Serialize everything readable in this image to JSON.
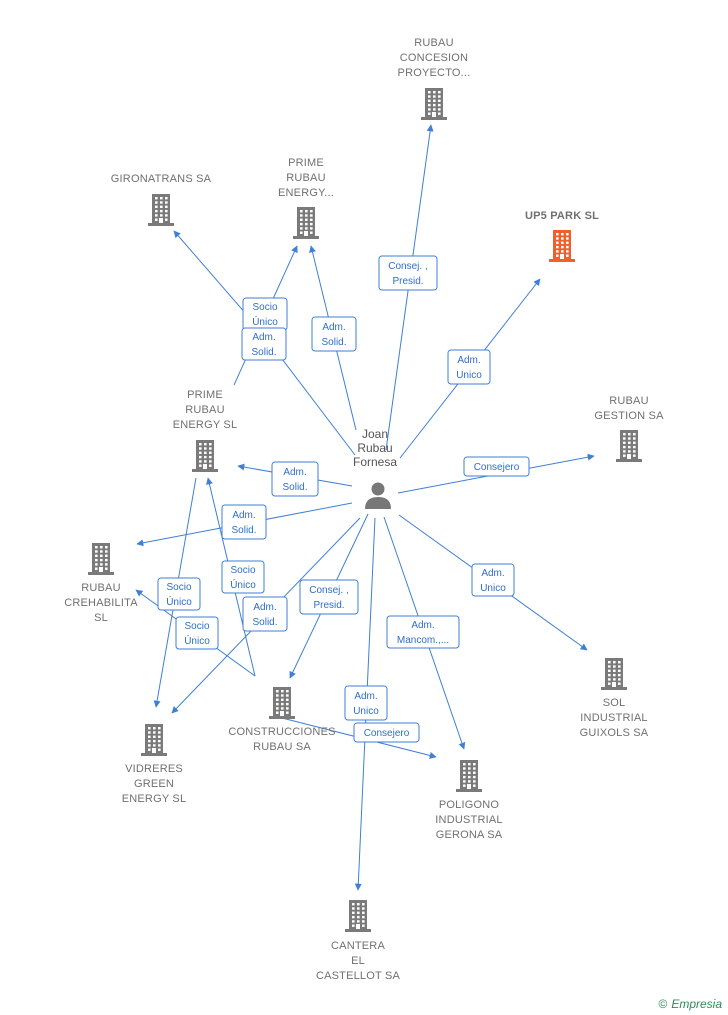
{
  "center": {
    "name_lines": [
      "Joan",
      "Rubau",
      "Fornesa"
    ],
    "icon": "person-icon"
  },
  "companies": [
    {
      "id": "rubau-concesion",
      "lines": [
        "RUBAU",
        "CONCESION",
        "PROYECTO..."
      ],
      "highlight": false,
      "icon": "building-icon"
    },
    {
      "id": "gironatrans",
      "lines": [
        "GIRONATRANS SA"
      ],
      "highlight": false,
      "icon": "building-icon"
    },
    {
      "id": "prime-rubau-energy-trunc",
      "lines": [
        "PRIME",
        "RUBAU",
        "ENERGY..."
      ],
      "highlight": false,
      "icon": "building-icon"
    },
    {
      "id": "up5-park",
      "lines": [
        "UP5 PARK  SL"
      ],
      "highlight": true,
      "icon": "building-icon"
    },
    {
      "id": "rubau-gestion",
      "lines": [
        "RUBAU",
        "GESTION SA"
      ],
      "highlight": false,
      "icon": "building-icon"
    },
    {
      "id": "prime-rubau-energy-sl",
      "lines": [
        "PRIME",
        "RUBAU",
        "ENERGY  SL"
      ],
      "highlight": false,
      "icon": "building-icon"
    },
    {
      "id": "rubau-crehabilita",
      "lines": [
        "RUBAU",
        "CREHABILITA",
        "SL"
      ],
      "highlight": false,
      "icon": "building-icon"
    },
    {
      "id": "construcciones-rubau",
      "lines": [
        "CONSTRUCCIONES",
        "RUBAU SA"
      ],
      "highlight": false,
      "icon": "building-icon"
    },
    {
      "id": "vidreres-green",
      "lines": [
        "VIDRERES",
        "GREEN",
        "ENERGY  SL"
      ],
      "highlight": false,
      "icon": "building-icon"
    },
    {
      "id": "sol-industrial",
      "lines": [
        "SOL",
        "INDUSTRIAL",
        "GUIXOLS SA"
      ],
      "highlight": false,
      "icon": "building-icon"
    },
    {
      "id": "poligono-industrial",
      "lines": [
        "POLIGONO",
        "INDUSTRIAL",
        "GERONA SA"
      ],
      "highlight": false,
      "icon": "building-icon"
    },
    {
      "id": "cantera",
      "lines": [
        "CANTERA",
        "EL",
        "CASTELLOT SA"
      ],
      "highlight": false,
      "icon": "building-icon"
    }
  ],
  "relations": [
    {
      "id": "r1",
      "lines": [
        "Consej. ,",
        "Presid."
      ]
    },
    {
      "id": "r2",
      "lines": [
        "Socio",
        "Único"
      ]
    },
    {
      "id": "r3",
      "lines": [
        "Adm.",
        "Solid."
      ]
    },
    {
      "id": "r4",
      "lines": [
        "Adm.",
        "Solid."
      ]
    },
    {
      "id": "r5",
      "lines": [
        "Adm.",
        "Unico"
      ]
    },
    {
      "id": "r6",
      "lines": [
        "Consejero"
      ]
    },
    {
      "id": "r7",
      "lines": [
        "Adm.",
        "Solid."
      ]
    },
    {
      "id": "r8",
      "lines": [
        "Adm.",
        "Solid."
      ]
    },
    {
      "id": "r9",
      "lines": [
        "Socio",
        "Único"
      ]
    },
    {
      "id": "r10",
      "lines": [
        "Socio",
        "Único"
      ]
    },
    {
      "id": "r11",
      "lines": [
        "Socio",
        "Único"
      ]
    },
    {
      "id": "r12",
      "lines": [
        "Adm.",
        "Solid."
      ]
    },
    {
      "id": "r13",
      "lines": [
        "Consej. ,",
        "Presid."
      ]
    },
    {
      "id": "r14",
      "lines": [
        "Adm.",
        "Unico"
      ]
    },
    {
      "id": "r15",
      "lines": [
        "Adm.",
        "Mancom.,..."
      ]
    },
    {
      "id": "r16",
      "lines": [
        "Adm.",
        "Unico"
      ]
    },
    {
      "id": "r17",
      "lines": [
        "Consejero"
      ]
    }
  ],
  "colors": {
    "building": "#7a7a7a",
    "building_highlight": "#f0602a",
    "edge": "#3f7fd6",
    "person": "#777777"
  },
  "brand": {
    "copyright": "©",
    "name": "Empresia"
  }
}
